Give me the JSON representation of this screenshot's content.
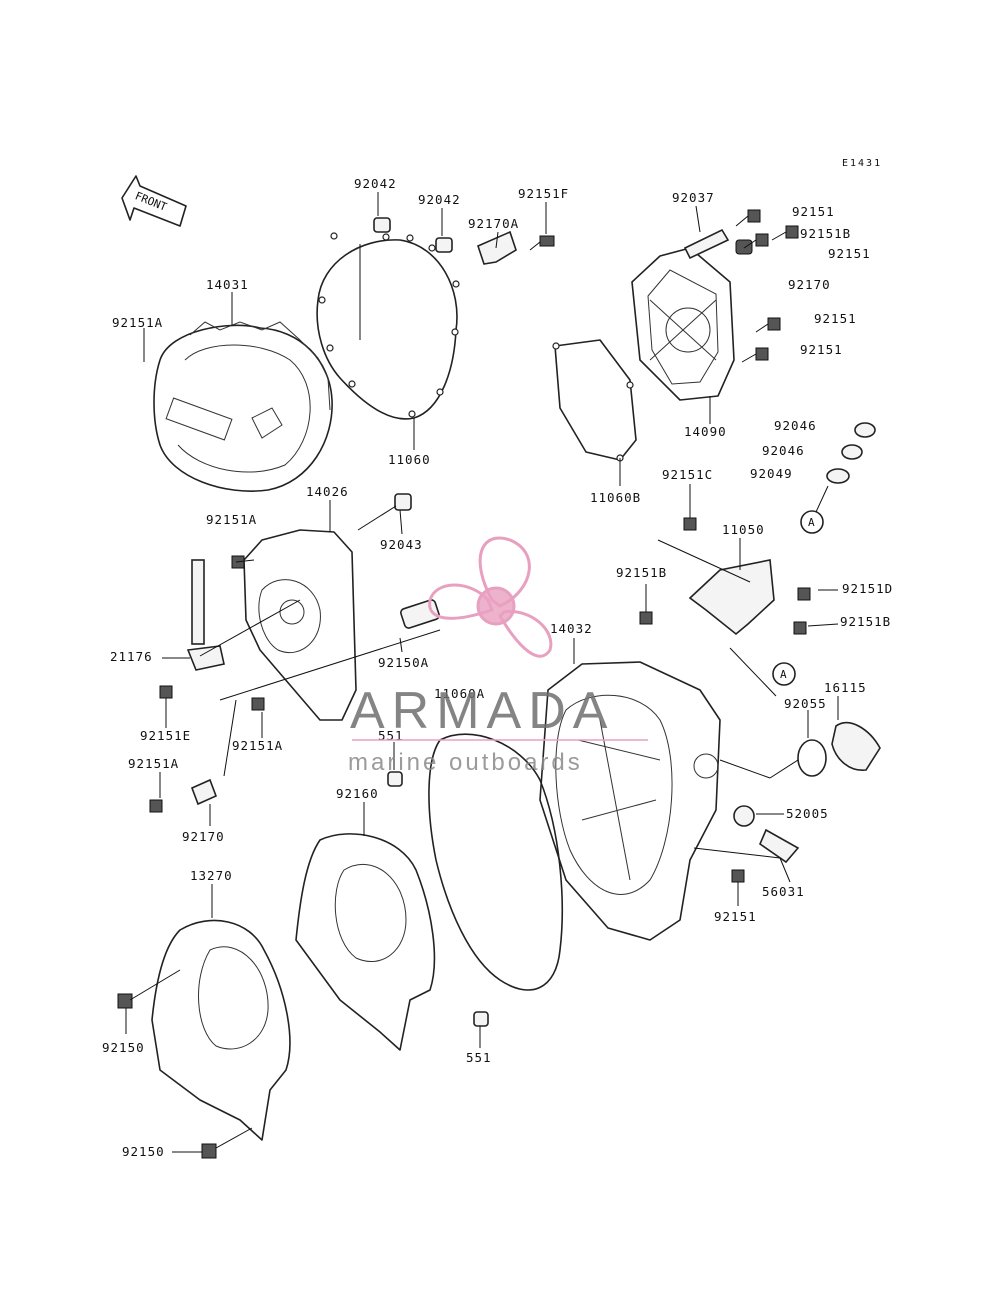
{
  "diagram_code": "E1431",
  "front_label": "FRONT",
  "callout_a": "A",
  "watermark": {
    "brand": "ARMADA",
    "tagline": "marine outboards",
    "color": "#e8a0c0"
  },
  "parts": {
    "p92042_a": "92042",
    "p92042_b": "92042",
    "p92151F": "92151F",
    "p92170A": "92170A",
    "p92037": "92037",
    "p92151_1": "92151",
    "p92151B_1": "92151B",
    "p92151_2": "92151",
    "p92170_1": "92170",
    "p92151_3": "92151",
    "p92151_4": "92151",
    "p14090": "14090",
    "p92046_a": "92046",
    "p92046_b": "92046",
    "p92049": "92049",
    "p14031": "14031",
    "p92151A_1": "92151A",
    "p11060": "11060",
    "p11060B": "11060B",
    "p92151C": "92151C",
    "p11050": "11050",
    "p14026": "14026",
    "p92151A_2": "92151A",
    "p92043": "92043",
    "p92151B_2": "92151B",
    "p92151D": "92151D",
    "p92151B_3": "92151B",
    "p21176": "21176",
    "p92150A": "92150A",
    "p14032": "14032",
    "p16115": "16115",
    "p92151E": "92151E",
    "p92151A_3": "92151A",
    "p11060A": "11060A",
    "p92055": "92055",
    "p92151A_4": "92151A",
    "p551_a": "551",
    "p52005": "52005",
    "p92170_2": "92170",
    "p92160": "92160",
    "p56031": "56031",
    "p92151_5": "92151",
    "p13270": "13270",
    "p92150_a": "92150",
    "p551_b": "551",
    "p92150_b": "92150"
  }
}
